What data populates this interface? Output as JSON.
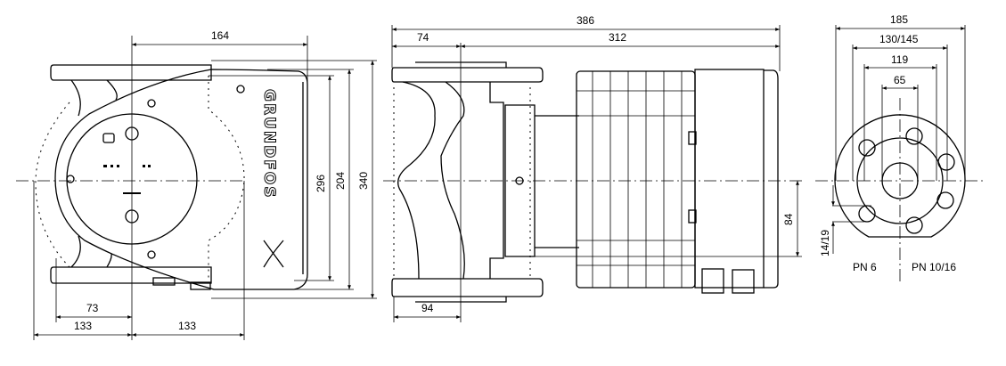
{
  "brand_logo": "GRUNDFOS",
  "front_view": {
    "dims": {
      "width_top": "164",
      "h1": "296",
      "h2": "204",
      "h3": "340",
      "offset": "73",
      "left": "133",
      "right": "133"
    }
  },
  "side_view": {
    "dims": {
      "total": "386",
      "flange": "74",
      "motor": "312",
      "bottom": "94",
      "axis_height": "84"
    }
  },
  "flange_view": {
    "dims": {
      "outer": "185",
      "bolt_circle": "130/145",
      "raised_face": "119",
      "bore": "65",
      "hole": "14/19"
    },
    "labels": {
      "left": "PN 6",
      "right": "PN 10/16"
    }
  }
}
